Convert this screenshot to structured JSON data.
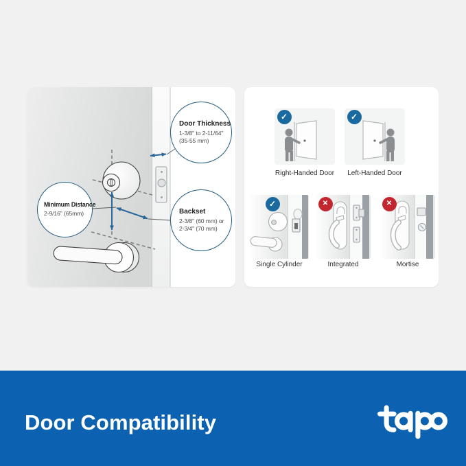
{
  "icons": {
    "check": "✓",
    "cross": "✕"
  },
  "left_panel": {
    "callouts": {
      "door_thickness": {
        "title": "Door Thickness",
        "line1": "1-3/8\" to 2-11/64\"",
        "line2": "(35-55 mm)"
      },
      "minimum_distance": {
        "title": "Minimum Distance",
        "line1": "2-9/16\" (65mm)"
      },
      "backset": {
        "title": "Backset",
        "line1": "2-3/8\" (60 mm) or",
        "line2": "2-3/4\" (70 mm)"
      }
    }
  },
  "right_panel": {
    "door_handing": [
      {
        "label": "Right-Handed Door",
        "status": "compatible"
      },
      {
        "label": "Left-Handed Door",
        "status": "compatible"
      }
    ],
    "lock_types": [
      {
        "label": "Single Cylinder",
        "status": "compatible"
      },
      {
        "label": "Integrated",
        "status": "not-compatible"
      },
      {
        "label": "Mortise",
        "status": "not-compatible"
      }
    ]
  },
  "banner": {
    "title": "Door Compatibility",
    "brand": "tapo"
  },
  "colors": {
    "page_background": "#f1f1f2",
    "banner_blue": "#0c62b0",
    "badge_blue": "#1a6a9f",
    "badge_red": "#c2262e",
    "arrow_blue": "#2a6899",
    "callout_border": "#255d80"
  }
}
